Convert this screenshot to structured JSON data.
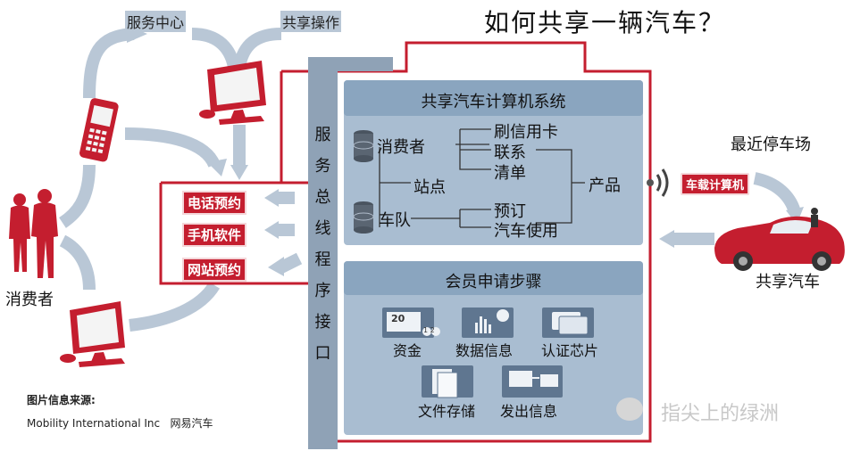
{
  "title": "如何共享一辆汽车？",
  "top_labels": {
    "service_center": "服务中心",
    "share_operation": "共享操作"
  },
  "left": {
    "consumer_label": "消费者"
  },
  "channels": [
    "电话预约",
    "手机软件",
    "网站预约"
  ],
  "bus_interface": [
    "服",
    "务",
    "总",
    "线",
    "程",
    "序",
    "接",
    "口"
  ],
  "system": {
    "title": "共享汽车计算机系统",
    "db_consumer": "消费者",
    "db_fleet": "车队",
    "station": "站点",
    "branch_items": [
      "刷信用卡",
      "联系",
      "清单"
    ],
    "reservation": "预订",
    "car_usage": "汽车使用",
    "product": "产品"
  },
  "membership": {
    "title": "会员申请步骤",
    "steps": [
      "资金",
      "数据信息",
      "认证芯片",
      "文件存储",
      "发出信息"
    ],
    "card_number": "20",
    "card_steps": "1 2"
  },
  "right": {
    "nearest_parking": "最近停车场",
    "onboard_computer": "车载计算机",
    "shared_car": "共享汽车"
  },
  "source": {
    "heading": "图片信息来源:",
    "text": "Mobility International Inc   网易汽车"
  },
  "watermark": "指尖上的绿洲",
  "colors": {
    "red": "#c41e2f",
    "panel": "#a9bdd1",
    "bus": "#8fa2b6",
    "arrow": "#b8c6d6"
  }
}
